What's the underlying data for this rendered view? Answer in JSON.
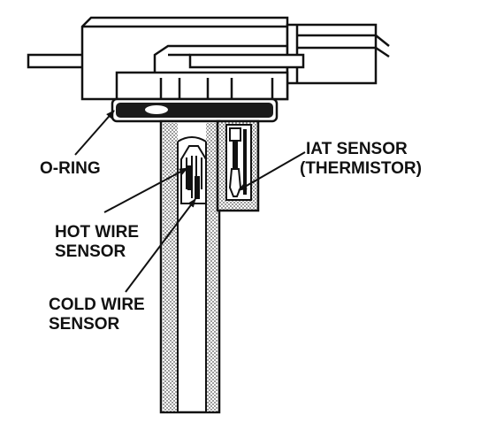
{
  "labels": {
    "o_ring": "O-RING",
    "iat_line1": "IAT SENSOR",
    "iat_line2": "(THERMISTOR)",
    "hot_line1": "HOT WIRE",
    "hot_line2": "SENSOR",
    "cold_line1": "COLD WIRE",
    "cold_line2": "SENSOR"
  },
  "colors": {
    "ink": "#111111",
    "shade": "#8a8a8a",
    "paper": "#ffffff"
  }
}
